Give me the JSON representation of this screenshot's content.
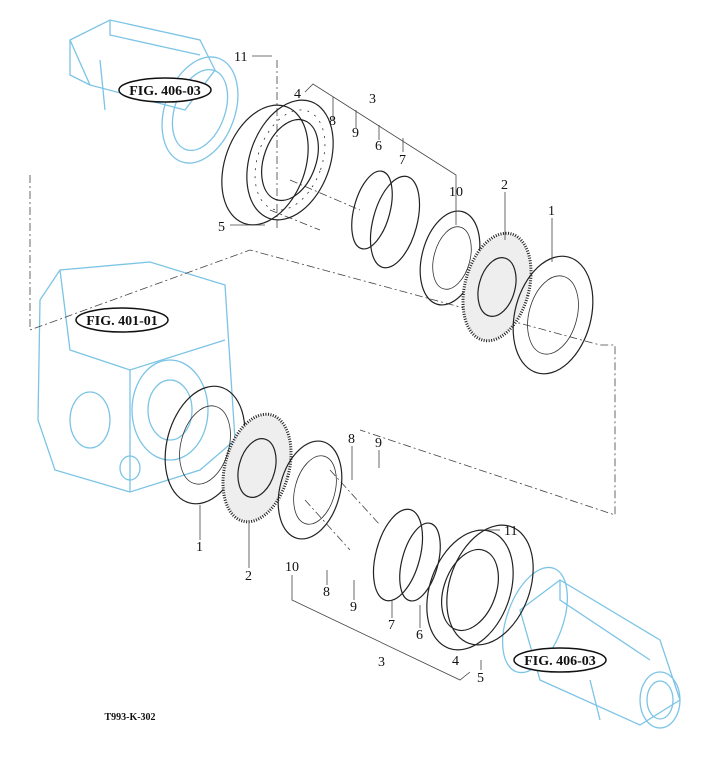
{
  "diagram": {
    "code": "T993-K-302",
    "fig_refs": [
      "FIG. 406-03",
      "FIG. 401-01",
      "FIG. 406-03"
    ],
    "top_labels": {
      "p11": "11",
      "p4": "4",
      "p3": "3",
      "p8": "8",
      "p9": "9",
      "p6": "6",
      "p7": "7",
      "p10": "10",
      "p2": "2",
      "p1": "1",
      "p5": "5"
    },
    "bottom_labels": {
      "p8a": "8",
      "p9a": "9",
      "p11": "11",
      "p1": "1",
      "p2": "2",
      "p10": "10",
      "p8": "8",
      "p9": "9",
      "p7": "7",
      "p6": "6",
      "p3": "3",
      "p4": "4",
      "p5": "5"
    },
    "colors": {
      "housing": "#7cc4e6",
      "parts": "#222222"
    }
  }
}
